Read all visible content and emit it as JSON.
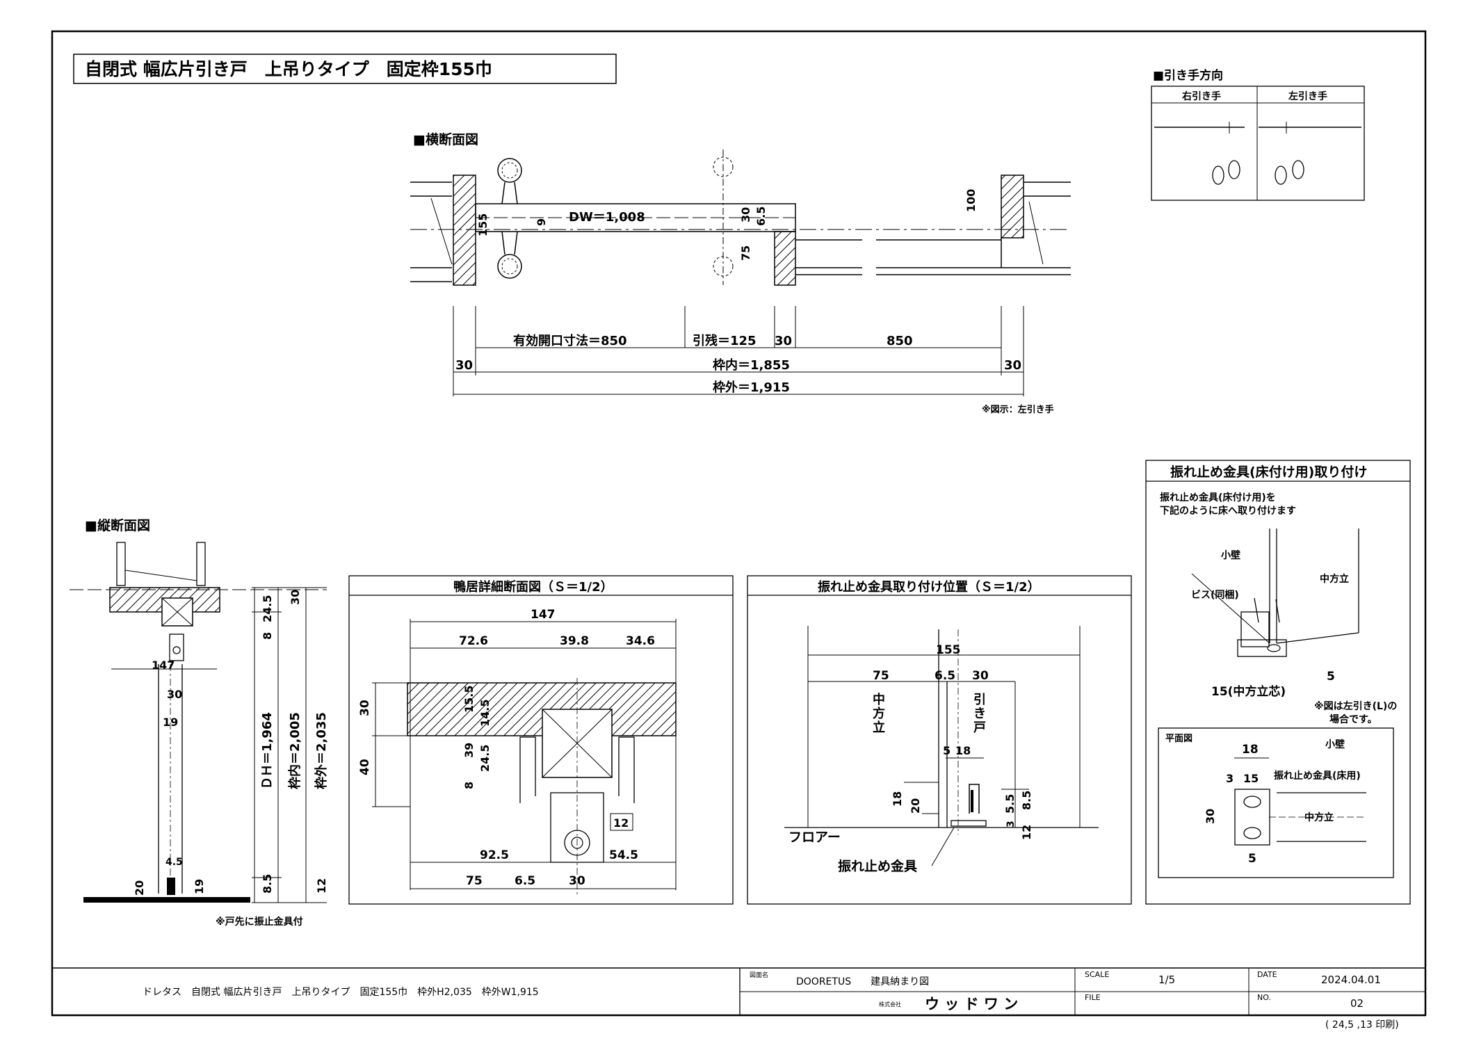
{
  "title": "自閉式 幅広片引き戸　上吊りタイプ　固定枠155巾",
  "plan": {
    "heading": "■横断面図",
    "dw": "DW＝1,008",
    "d155": "155",
    "d9": "9",
    "d30": "30",
    "d6_5": "6.5",
    "d75": "75",
    "d100": "100",
    "eff": "有効開口寸法＝850",
    "pull": "引残＝125",
    "d30b": "30",
    "d850": "850",
    "d30l": "30",
    "inner": "枠内＝1,855",
    "d30r": "30",
    "outer": "枠外＝1,915",
    "note": "※図示：左引き手"
  },
  "handle": {
    "heading": "■引き手方向",
    "right": "右引き手",
    "left": "左引き手"
  },
  "section": {
    "heading": "■縦断面図",
    "d24_5": "24.5",
    "d8": "8",
    "d30": "30",
    "d147": "147",
    "d30b": "30",
    "d19": "19",
    "dh": "ＤＨ＝1,964",
    "inner": "枠内＝2,005",
    "outer": "枠外＝2,035",
    "d4_5": "4.5",
    "d20": "20",
    "d19b": "19",
    "d8_5": "8.5",
    "d12": "12",
    "note": "※戸先に振止金具付"
  },
  "lintel": {
    "title": "鴨居詳細断面図（Ｓ＝1/2）",
    "d147": "147",
    "d72_6": "72.6",
    "d39_8": "39.8",
    "d34_6": "34.6",
    "d30": "30",
    "d40": "40",
    "d15_5": "15.5",
    "d14_5": "14.5",
    "d39": "39",
    "d24_5": "24.5",
    "d8": "8",
    "d12": "12",
    "d92_5": "92.5",
    "d54_5": "54.5",
    "d75": "75",
    "d6_5": "6.5",
    "d30b": "30"
  },
  "guide": {
    "title": "振れ止め金具取り付け位置（Ｓ＝1/2）",
    "d155": "155",
    "d75": "75",
    "d6_5": "6.5",
    "d30": "30",
    "post": "中方立",
    "door": "引き戸",
    "d5": "5",
    "d18": "18",
    "d18b": "18",
    "d20": "20",
    "d5_5": "5.5",
    "d8_5": "8.5",
    "d3": "3",
    "d12": "12",
    "floor": "フロアー",
    "fitting": "振れ止め金具"
  },
  "install": {
    "title": "振れ止め金具(床付け用)取り付け",
    "desc1": "振れ止め金具(床付け用)を",
    "desc2": "下記のように床へ取り付けます",
    "wall": "小壁",
    "post": "中方立",
    "screw": "ビス(同梱)",
    "d15": "15(中方立芯)",
    "d5": "5",
    "note1": "※図は左引き(L)の",
    "note2": "場合です。",
    "plan": "平面図",
    "d18": "18",
    "d3": "3",
    "d15b": "15",
    "fitting": "振れ止め金具(床用)",
    "wall2": "小壁",
    "post2": "中方立",
    "d30": "30",
    "d5b": "5"
  },
  "titleblock": {
    "desc": "ドレタス　自閉式 幅広片引き戸　上吊りタイプ　固定155巾　枠外H2,035　枠外W1,915",
    "name_label": "図面名",
    "name": "DOORETUS　　建具納まり図",
    "scale_label": "SCALE",
    "scale": "1/5",
    "date_label": "DATE",
    "date": "2024.04.01",
    "corp": "株式会社",
    "company": "ウ ッ ド ワ ン",
    "file_label": "FILE",
    "no_label": "NO.",
    "no": "02",
    "print": "( 24,5 ,13 印刷)"
  },
  "colors": {
    "line": "#000000",
    "paper": "#ffffff"
  }
}
